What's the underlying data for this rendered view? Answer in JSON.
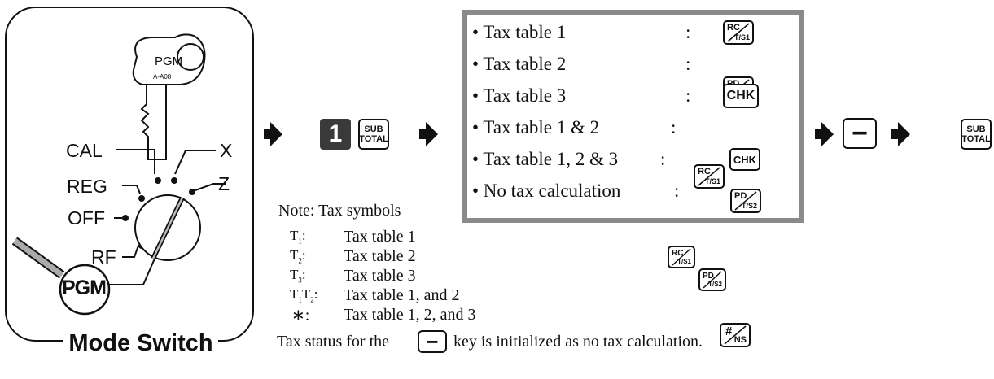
{
  "mode_switch": {
    "title": "Mode Switch",
    "key_label": "PGM",
    "key_code": "A-A08",
    "positions": {
      "cal": "CAL",
      "reg": "REG",
      "off": "OFF",
      "rf": "RF",
      "pgm": "PGM",
      "x": "X",
      "z": "Z"
    }
  },
  "sequence": {
    "digit_key": "1",
    "subtotal_key": {
      "line1": "SUB",
      "line2": "TOTAL"
    }
  },
  "tax_options": [
    {
      "label": "• Tax table 1",
      "colon": ":"
    },
    {
      "label": "• Tax table 2",
      "colon": ":"
    },
    {
      "label": "• Tax table 3",
      "colon": ":"
    },
    {
      "label": "• Tax table 1 & 2",
      "colon": ":"
    },
    {
      "label": "• Tax table 1, 2 & 3",
      "colon": ":"
    },
    {
      "label": "• No tax calculation",
      "colon": ":"
    }
  ],
  "keys": {
    "rc": {
      "top": "RC",
      "bottom": "T/S1"
    },
    "pd": {
      "top": "PD",
      "bottom": "T/S2"
    },
    "chk": "CHK",
    "ns": {
      "top": "#",
      "bottom": "NS"
    },
    "minus": "−"
  },
  "note": {
    "heading": "Note: Tax symbols",
    "symbols": [
      {
        "symbol": "T1",
        "desc": "Tax table 1"
      },
      {
        "symbol": "T2",
        "desc": "Tax table 2"
      },
      {
        "symbol": "T3",
        "desc": "Tax table 3"
      },
      {
        "symbol": "T1T2",
        "desc": "Tax table 1, and 2"
      },
      {
        "symbol": "∗",
        "desc": "Tax table 1, 2, and 3"
      }
    ],
    "footer_before": "Tax status for the",
    "footer_after": "key is initialized as no tax calculation."
  },
  "colors": {
    "box_border": "#8a8a8a",
    "digit_key_bg": "#3a3a3a",
    "ink": "#111111"
  }
}
